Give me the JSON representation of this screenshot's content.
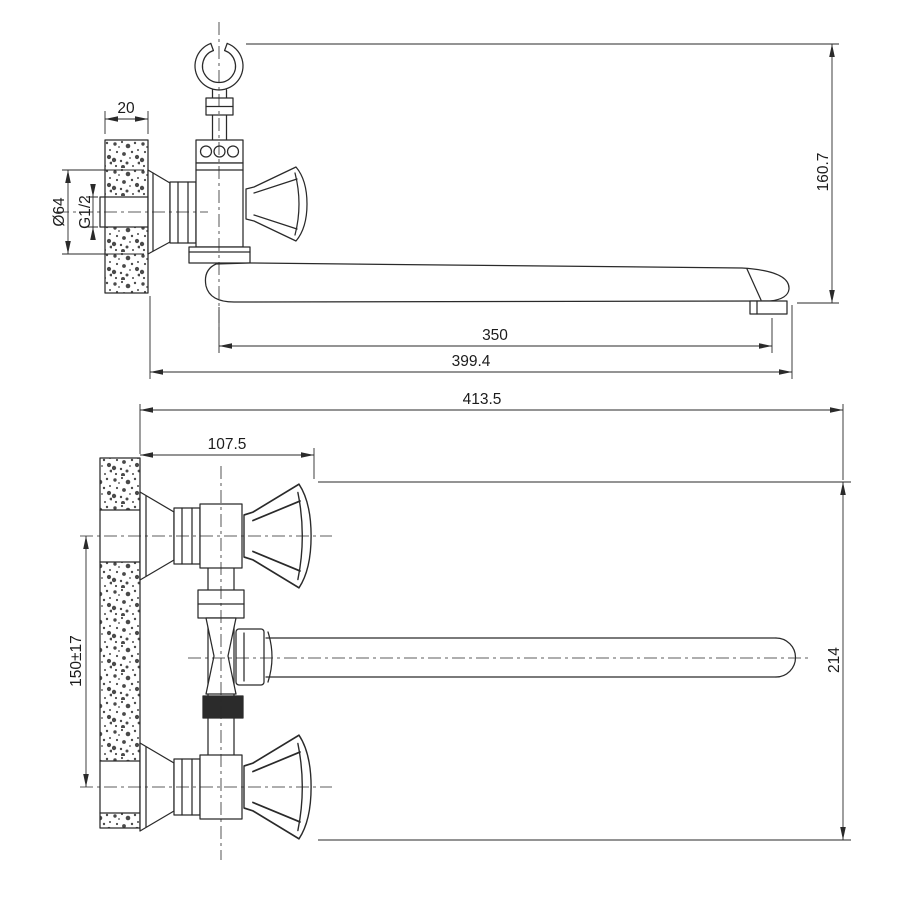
{
  "drawing": {
    "top_view": {
      "wall_thickness": "20",
      "flange_diameter": "Ø64",
      "thread_size": "G1/2",
      "height": "160.7",
      "spout_reach": "350",
      "total_reach": "399.4"
    },
    "bottom_view": {
      "total_length": "413.5",
      "wall_to_handle": "107.5",
      "centers_distance": "150±17",
      "total_height": "214"
    }
  }
}
